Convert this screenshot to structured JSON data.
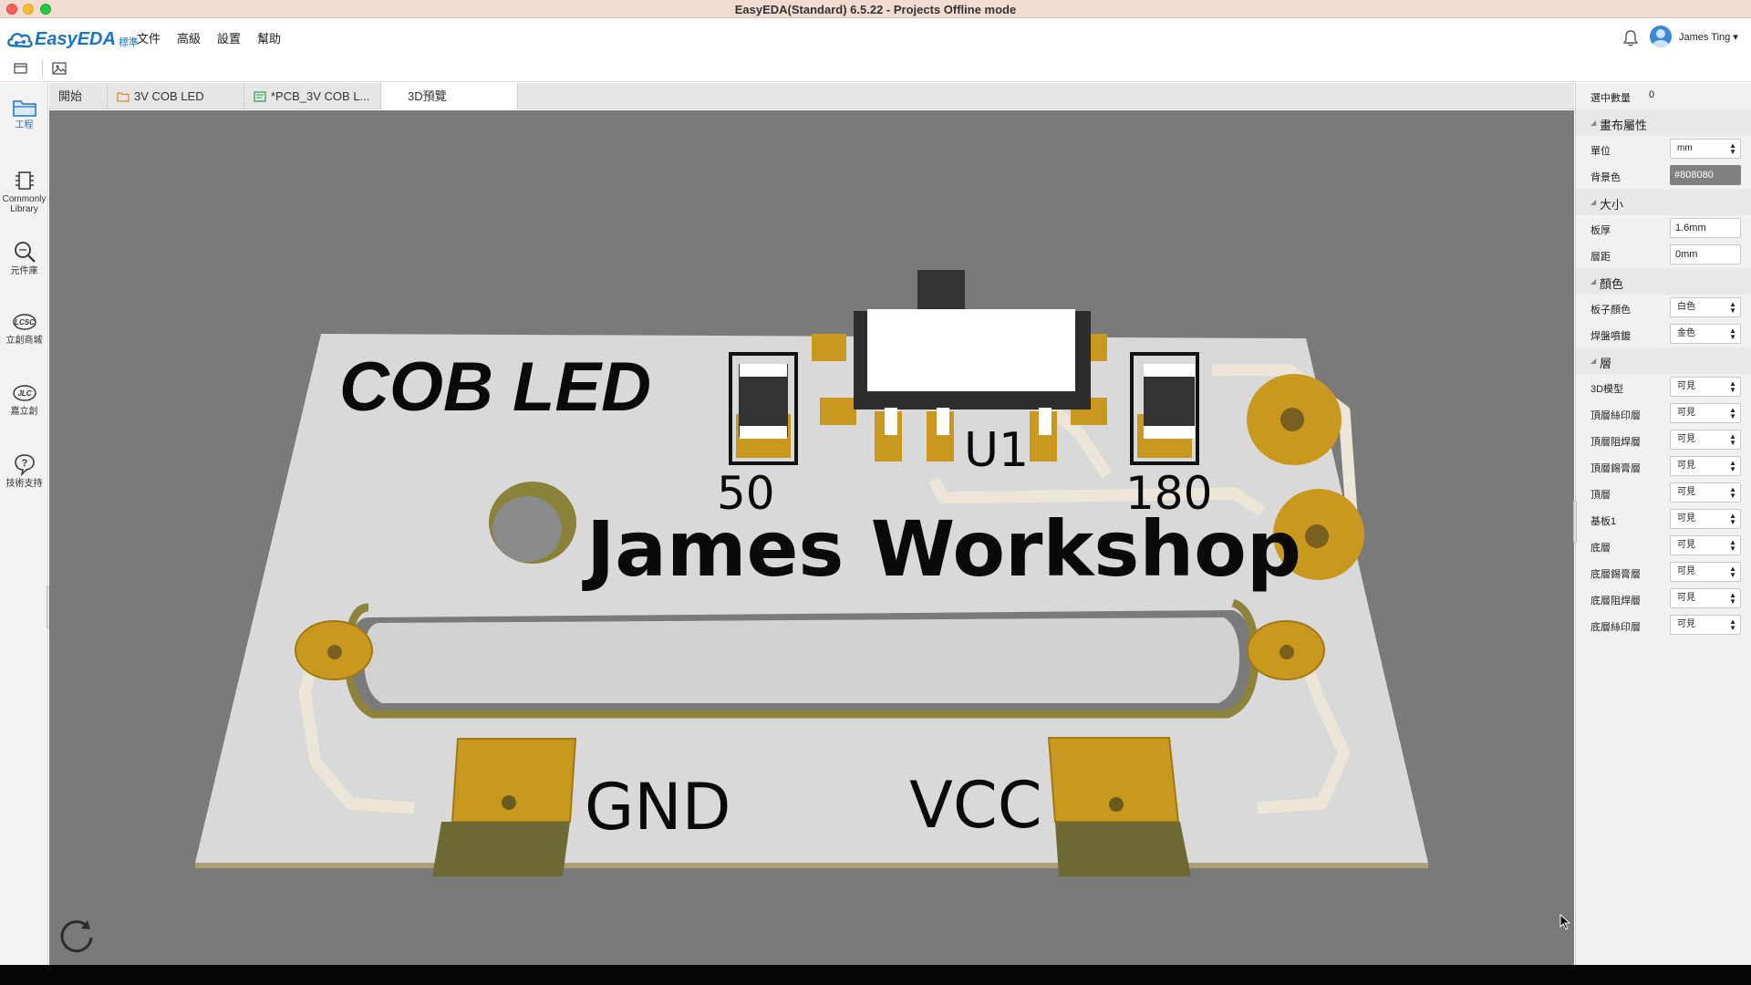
{
  "window": {
    "title": "EasyEDA(Standard) 6.5.22 - Projects Offline mode"
  },
  "app": {
    "logo_text": "EasyEDA",
    "edition": "標準"
  },
  "menu": {
    "items": [
      "文件",
      "高級",
      "設置",
      "幫助"
    ]
  },
  "user": {
    "name": "James Ting ▾"
  },
  "sidebar": {
    "items": [
      {
        "label": "工程",
        "icon": "folder-icon"
      },
      {
        "label": "Commonly Library",
        "icon": "chip-icon"
      },
      {
        "label": "元件庫",
        "icon": "search-icon"
      },
      {
        "label": "立創商城",
        "icon": "lcsc-icon"
      },
      {
        "label": "嘉立創",
        "icon": "jlc-icon"
      },
      {
        "label": "技術支持",
        "icon": "help-icon"
      }
    ]
  },
  "tabs": [
    {
      "label": "開始"
    },
    {
      "label": "3V COB LED"
    },
    {
      "label": "*PCB_3V COB L..."
    },
    {
      "label": "3D預覽"
    }
  ],
  "board": {
    "silkscreen_title": "COB LED",
    "silkscreen_name": "James Workshop",
    "label_r1": "50",
    "label_r2": "180",
    "label_u1": "U1",
    "label_gnd": "GND",
    "label_vcc": "VCC",
    "colors": {
      "board": "#d8d8d8",
      "pad": "#c9991f",
      "silk": "#0a0a0a",
      "trace": "#e6e0d2",
      "background": "#808080"
    }
  },
  "panel": {
    "selected_count_label": "選中數量",
    "selected_count": "0",
    "canvas_section": "畫布屬性",
    "unit_label": "單位",
    "unit_value": "mm",
    "bg_label": "背景色",
    "bg_value": "#808080",
    "size_section": "大小",
    "thickness_label": "板厚",
    "thickness_value": "1.6mm",
    "spacing_label": "層距",
    "spacing_value": "0mm",
    "color_section": "顏色",
    "board_color_label": "板子顏色",
    "board_color_value": "白色",
    "pad_plating_label": "焊盤噴鍍",
    "pad_plating_value": "金色",
    "layer_section": "層",
    "layers": [
      {
        "label": "3D模型",
        "value": "可見"
      },
      {
        "label": "頂層絲印層",
        "value": "可見"
      },
      {
        "label": "頂層阻焊層",
        "value": "可見"
      },
      {
        "label": "頂層錫膏層",
        "value": "可見"
      },
      {
        "label": "頂層",
        "value": "可見"
      },
      {
        "label": "基板1",
        "value": "可見"
      },
      {
        "label": "底層",
        "value": "可見"
      },
      {
        "label": "底層錫膏層",
        "value": "可見"
      },
      {
        "label": "底層阻焊層",
        "value": "可見"
      },
      {
        "label": "底層絲印層",
        "value": "可見"
      }
    ]
  }
}
